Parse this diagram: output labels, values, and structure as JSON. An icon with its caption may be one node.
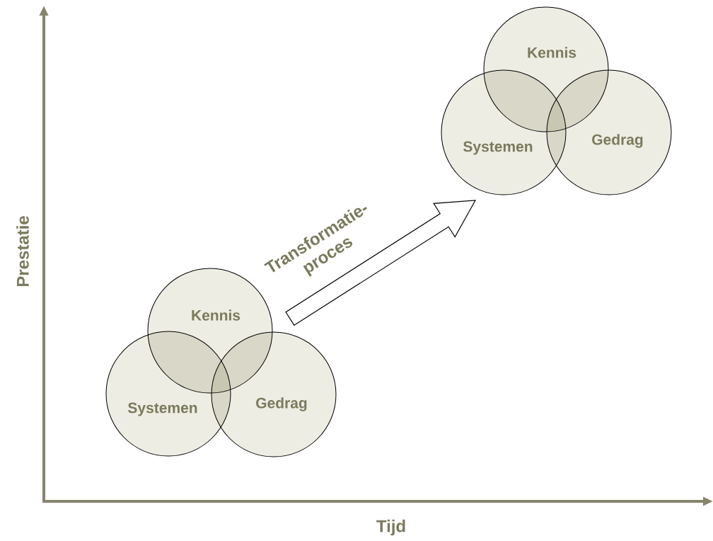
{
  "diagram": {
    "nodes": [
      {
        "text": [
          "Kennis"
        ]
      },
      {
        "text": [
          "Systemen"
        ]
      },
      {
        "text": [
          "Gedrag"
        ]
      },
      {
        "text": [
          "Kennis"
        ]
      },
      {
        "text": [
          "Systemen"
        ]
      },
      {
        "text": [
          "Gedrag"
        ]
      }
    ],
    "edges": [
      {
        "from": 0,
        "to": 4,
        "arrow": "to",
        "label": "Transformatie- proces"
      }
    ],
    "labels": [
      "Prestatie",
      "Tijd"
    ]
  }
}
